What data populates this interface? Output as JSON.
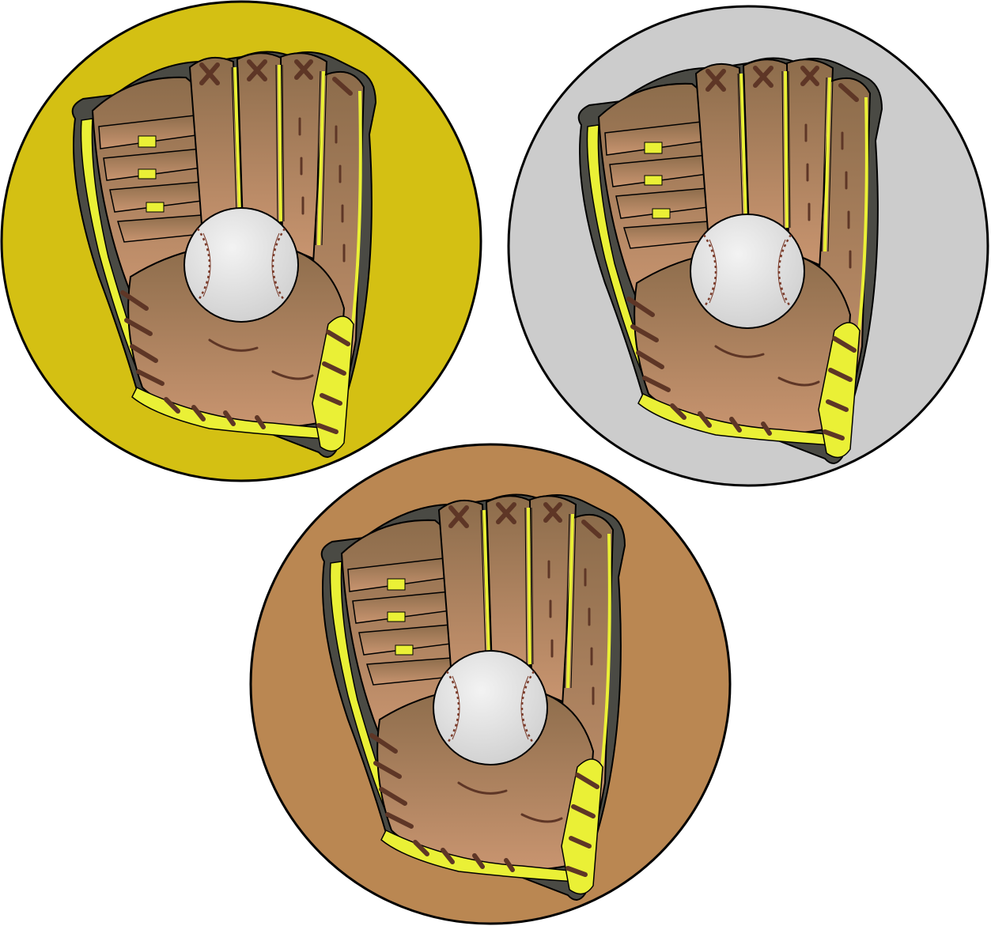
{
  "colors": {
    "gold": "#D4C013",
    "silver": "#CCCCCC",
    "bronze": "#BA8752",
    "outline": "#000000",
    "yellow_trim": "#EAF036",
    "dark_trim": "#4A4A44",
    "leather_top": "#8C6C4B",
    "leather_bottom": "#C99570",
    "lace": "#5E3626",
    "ball": "#F3F3F3",
    "ball_shade": "#CFCFCF",
    "stitch": "#7A3B2A"
  },
  "medallions": [
    {
      "id": "gold",
      "color_key": "gold",
      "icon": "baseball-glove-icon"
    },
    {
      "id": "silver",
      "color_key": "silver",
      "icon": "baseball-glove-icon"
    },
    {
      "id": "bronze",
      "color_key": "bronze",
      "icon": "baseball-glove-icon"
    }
  ]
}
